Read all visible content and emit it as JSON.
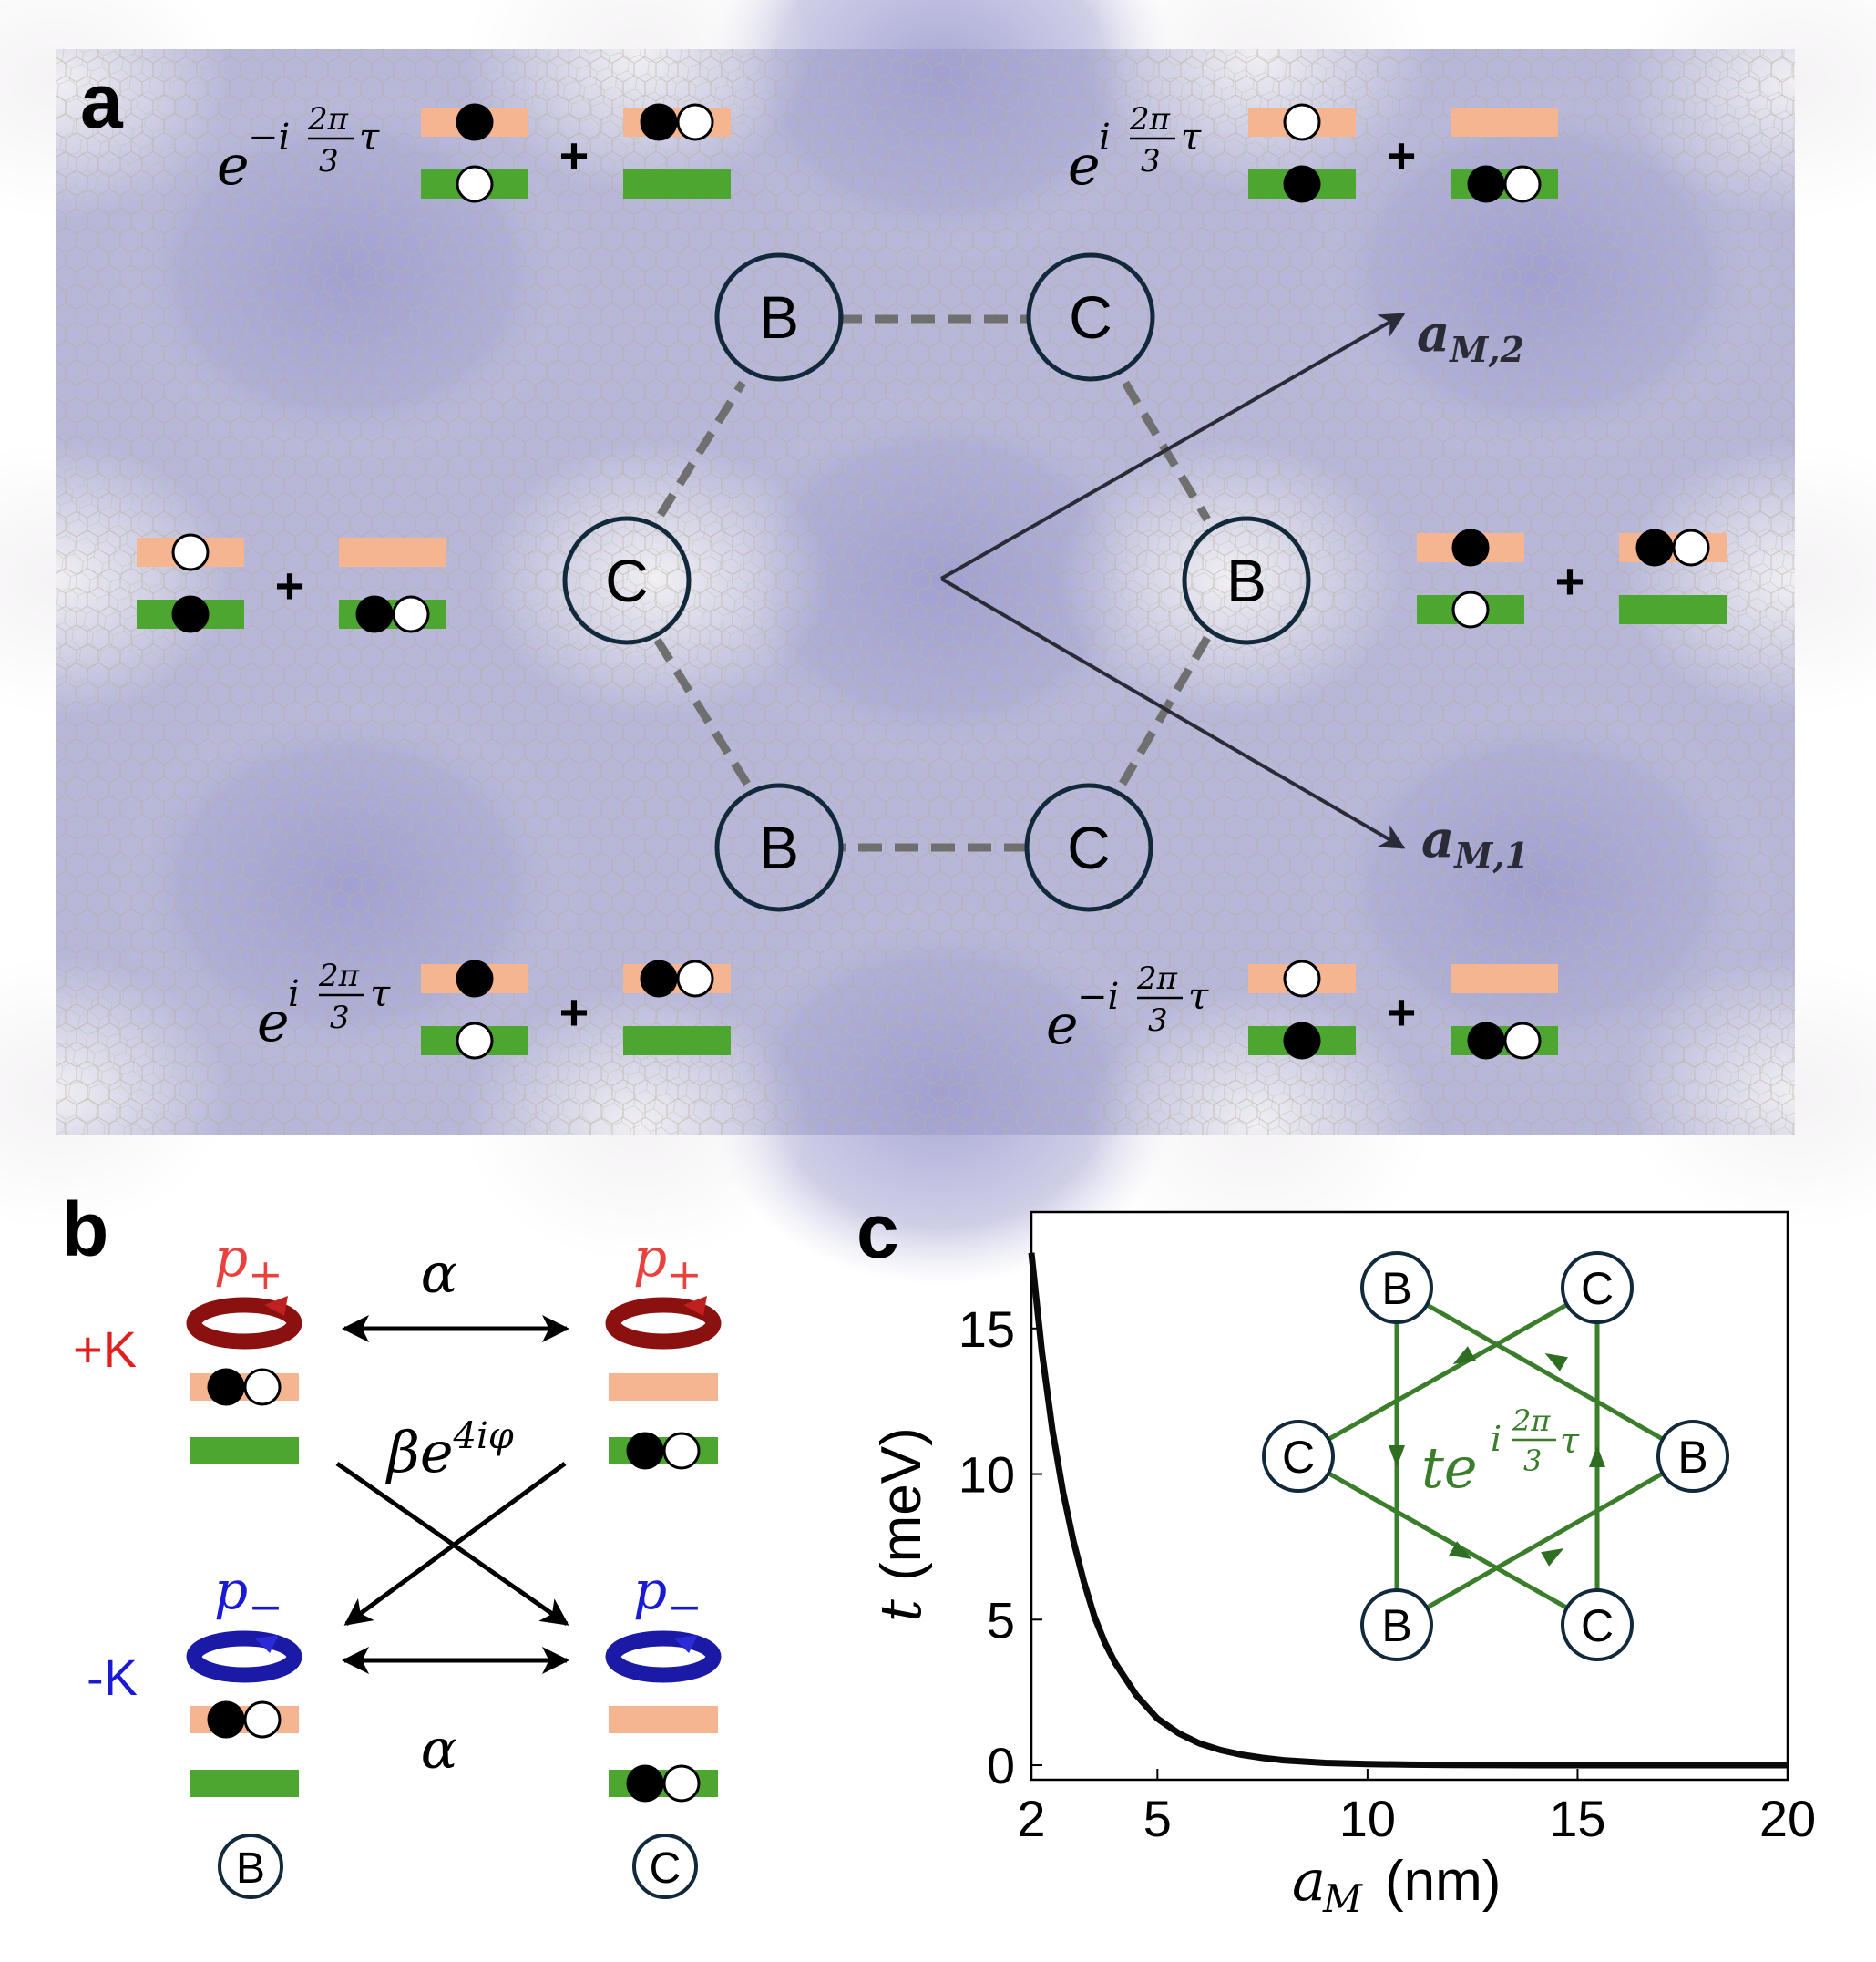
{
  "panels": {
    "a": {
      "label": "a"
    },
    "b": {
      "label": "b"
    },
    "c": {
      "label": "c"
    }
  },
  "panel_a": {
    "vector_1": "a",
    "vector_1_sub": "M,1",
    "vector_2": "a",
    "vector_2_sub": "M,2",
    "site_b": "B",
    "site_c": "C",
    "plus": "+",
    "phase_e": "e",
    "phase_neg": "−i",
    "phase_pos": "i",
    "phase_num": "2π",
    "phase_den": "3",
    "phase_tau": "τ"
  },
  "panel_b": {
    "p_plus": "p",
    "p_plus_sub": "+",
    "p_minus": "p",
    "p_minus_sub": "−",
    "valley_plus": "+K",
    "valley_minus": "-K",
    "alpha": "α",
    "beta": "βe",
    "beta_exp": "4iφ",
    "site_b": "B",
    "site_c": "C"
  },
  "chart_data": {
    "type": "line",
    "title": "",
    "xlabel": "a",
    "xlabel_sub": "M",
    "xlabel_unit": "(nm)",
    "ylabel": "t",
    "ylabel_unit": "(meV)",
    "xlim": [
      2,
      20
    ],
    "ylim": [
      -0.5,
      19
    ],
    "xticks": [
      2,
      5,
      10,
      15,
      20
    ],
    "yticks": [
      0,
      5,
      10,
      15
    ],
    "grid": false,
    "series": [
      {
        "x": [
          2.0,
          2.25,
          2.5,
          2.75,
          3.0,
          3.25,
          3.5,
          3.75,
          4.0,
          4.5,
          5.0,
          5.5,
          6.0,
          6.5,
          7.0,
          7.5,
          8.0,
          9.0,
          10.0,
          11.0,
          12.0,
          14.0,
          16.0,
          18.0,
          20.0
        ],
        "y": [
          17.6,
          14.2,
          11.5,
          9.4,
          7.7,
          6.3,
          5.1,
          4.2,
          3.5,
          2.4,
          1.6,
          1.1,
          0.75,
          0.52,
          0.36,
          0.25,
          0.17,
          0.08,
          0.04,
          0.02,
          0.01,
          0.0,
          0.0,
          0.0,
          0.0
        ]
      }
    ],
    "inset": {
      "sites": [
        "B",
        "C",
        "C",
        "B",
        "B",
        "C"
      ],
      "label": "te",
      "label_exp_i": "i",
      "label_exp_num": "2π",
      "label_exp_den": "3",
      "label_exp_tau": "τ"
    }
  }
}
